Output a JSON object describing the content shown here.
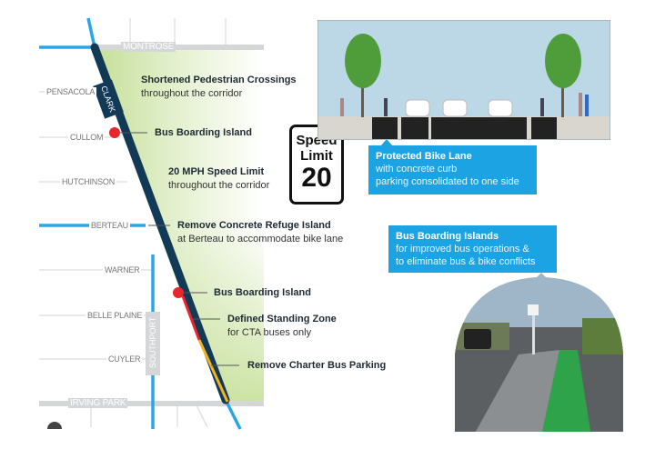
{
  "map": {
    "main_street": "CLARK",
    "streets": [
      "MONTROSE",
      "PENSACOLA",
      "CULLOM",
      "HUTCHINSON",
      "BERTEAU",
      "WARNER",
      "BELLE PLAINE",
      "CUYLER",
      "IRVING PARK",
      "SOUTHPORT"
    ],
    "colors": {
      "clark": "#123a57",
      "bike_route": "#27a7e7",
      "highlight": "#c6e09a",
      "bus_island": "#e8262b",
      "standing_zone": "#e8262b",
      "charter": "#f4b21f"
    }
  },
  "callouts": [
    {
      "title": "Shortened Pedestrian Crossings",
      "sub": "throughout the corridor"
    },
    {
      "title": "Bus Boarding Island",
      "sub": ""
    },
    {
      "title": "20 MPH Speed Limit",
      "sub": "throughout the corridor"
    },
    {
      "title": "Remove Concrete Refuge Island",
      "sub": "at Berteau to accommodate bike lane"
    },
    {
      "title": "Bus Boarding Island",
      "sub": ""
    },
    {
      "title": "Defined Standing Zone",
      "sub": "for CTA buses only"
    },
    {
      "title": "Remove Charter Bus Parking",
      "sub": ""
    }
  ],
  "sign": {
    "line1": "Speed",
    "line2": "Limit",
    "number": "20"
  },
  "boxes": {
    "bike_lane": {
      "title": "Protected Bike Lane",
      "line1": "with concrete curb",
      "line2": "parking consolidated to one side"
    },
    "bus_islands": {
      "title": "Bus Boarding Islands",
      "line1": "for improved bus operations &",
      "line2": "to eliminate bus & bike conflicts"
    }
  }
}
